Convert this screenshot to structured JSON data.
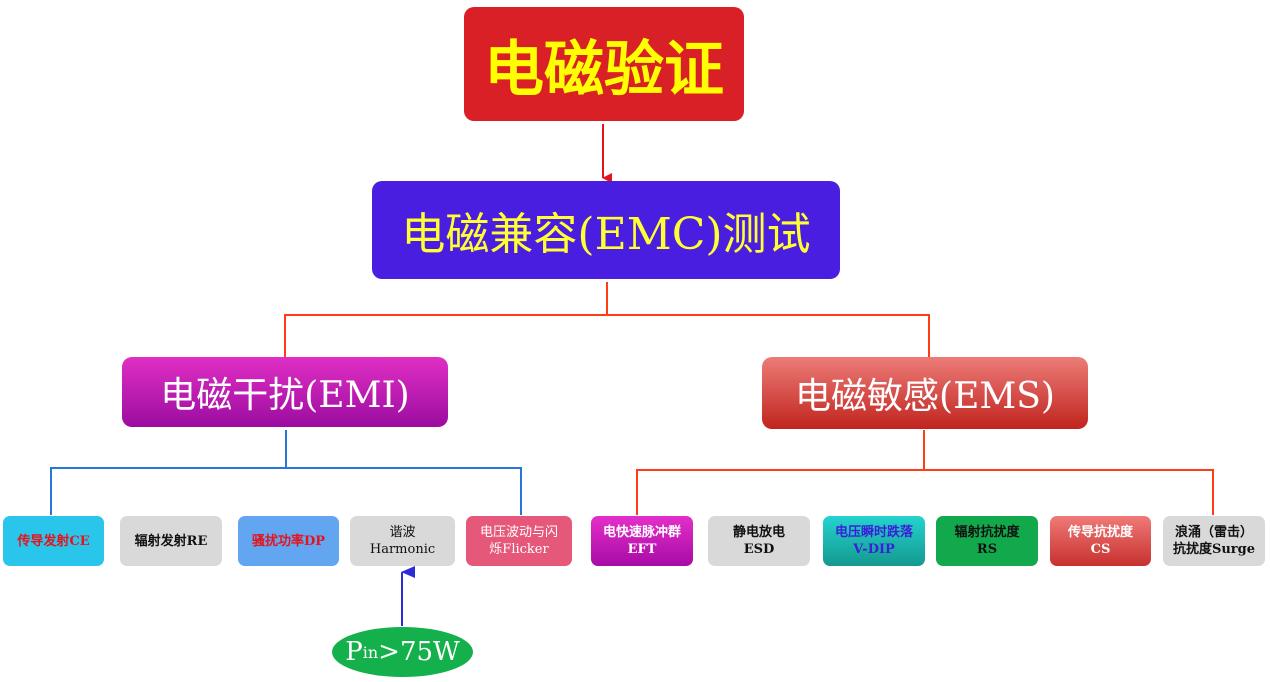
{
  "root": {
    "label": "电磁验证"
  },
  "emc": {
    "label": "电磁兼容(EMC)测试"
  },
  "emi": {
    "label": "电磁干扰(EMI)",
    "items": [
      {
        "line1": "传导发射CE",
        "line2": ""
      },
      {
        "line1": "辐射发射RE",
        "line2": ""
      },
      {
        "line1": "骚扰功率DP",
        "line2": ""
      },
      {
        "line1": "谐波",
        "line2": "Harmonic"
      },
      {
        "line1": "电压波动与闪",
        "line2": "烁Flicker"
      }
    ]
  },
  "ems": {
    "label": "电磁敏感(EMS)",
    "items": [
      {
        "line1": "电快速脉冲群",
        "line2": "EFT"
      },
      {
        "line1": "静电放电",
        "line2": "ESD"
      },
      {
        "line1": "电压瞬时跌落",
        "line2": "V-DIP"
      },
      {
        "line1": "辐射抗扰度",
        "line2": "RS"
      },
      {
        "line1": "传导抗扰度",
        "line2": "CS"
      },
      {
        "line1": "浪涌（雷击）",
        "line2": "抗扰度Surge"
      }
    ]
  },
  "condition": {
    "symbol": "P",
    "subscript": "in",
    "rest": ">75W"
  }
}
